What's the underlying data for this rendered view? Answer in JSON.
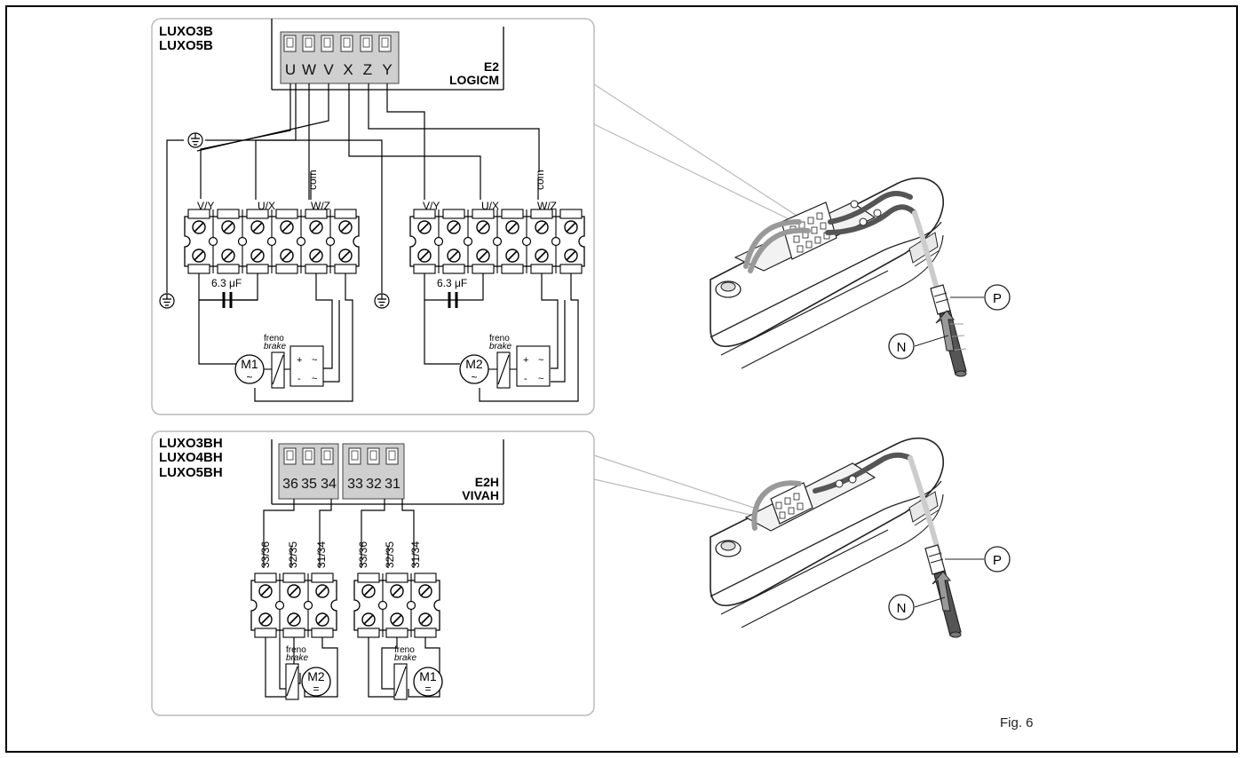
{
  "figure_label": "Fig. 6",
  "top_panel": {
    "models": [
      "LUXO3B",
      "LUXO5B"
    ],
    "board_name": "E2",
    "board_subname": "LOGICM",
    "board_terminals": [
      "U",
      "W",
      "V",
      "X",
      "Z",
      "Y"
    ],
    "ground_symbol": "⏚",
    "left_block": {
      "labels": [
        "V/Y",
        "U/X",
        "com",
        "W/Z"
      ],
      "capacitor": "6.3 μF",
      "brake_it": "freno",
      "brake_en": "brake",
      "motor": "M1",
      "motor_sub": "~",
      "rect_plus": "+",
      "rect_minus": "-",
      "rect_ac": "~"
    },
    "right_block": {
      "labels": [
        "V/Y",
        "U/X",
        "com",
        "W/Z"
      ],
      "capacitor": "6.3 μF",
      "brake_it": "freno",
      "brake_en": "brake",
      "motor": "M2",
      "motor_sub": "~",
      "rect_plus": "+",
      "rect_minus": "-",
      "rect_ac": "~"
    }
  },
  "bottom_panel": {
    "models": [
      "LUXO3BH",
      "LUXO4BH",
      "LUXO5BH"
    ],
    "board_name": "E2H",
    "board_subname": "VIVAH",
    "board_terminals": [
      "36",
      "35",
      "34",
      "33",
      "32",
      "31"
    ],
    "left_block": {
      "labels": [
        "33/36",
        "32/35",
        "31/34"
      ],
      "brake_it": "freno",
      "brake_en": "brake",
      "motor": "M2",
      "motor_sub": "="
    },
    "right_block": {
      "labels": [
        "33/36",
        "32/35",
        "31/34"
      ],
      "brake_it": "freno",
      "brake_en": "brake",
      "motor": "M1",
      "motor_sub": "="
    }
  },
  "callouts": {
    "p": "P",
    "n": "N"
  }
}
